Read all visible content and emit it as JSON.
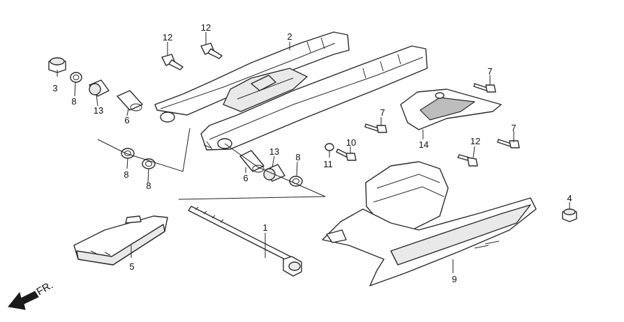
{
  "callouts": {
    "p1": "1",
    "p2": "2",
    "p3": "3",
    "p4": "4",
    "p5": "5",
    "p6a": "6",
    "p6b": "6",
    "p7a": "7",
    "p7b": "7",
    "p7c": "7",
    "p8a": "8",
    "p8b": "8",
    "p8c": "8",
    "p8d": "8",
    "p9": "9",
    "p10": "10",
    "p11": "11",
    "p12a": "12",
    "p12b": "12",
    "p12c": "12",
    "p13a": "13",
    "p13b": "13",
    "p14": "14"
  },
  "direction_label": "FR."
}
